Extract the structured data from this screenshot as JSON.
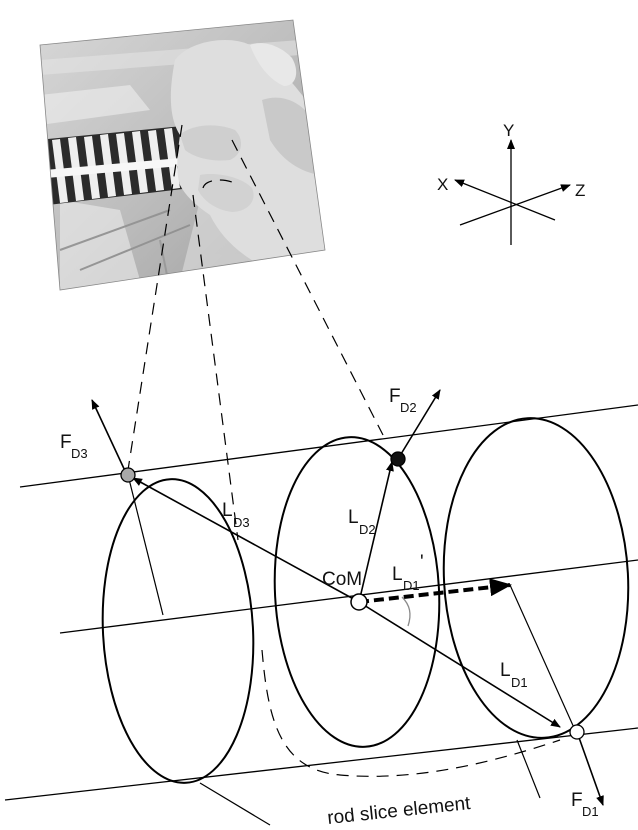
{
  "axes": {
    "x": "X",
    "y": "Y",
    "z": "Z"
  },
  "labels": {
    "com": "CoM",
    "f_d3": {
      "main": "F",
      "sub": "D3"
    },
    "f_d2": {
      "main": "F",
      "sub": "D2"
    },
    "f_d1": {
      "main": "F",
      "sub": "D1"
    },
    "l_d3": {
      "main": "L",
      "sub": "D3"
    },
    "l_d2": {
      "main": "L",
      "sub": "D2"
    },
    "l_d1": {
      "main": "L",
      "sub": "D1"
    },
    "l_d1_prime": {
      "main": "L",
      "sub": "D1",
      "mark": "'"
    },
    "rod_slice": "rod slice element"
  },
  "photo": {
    "description": "photograph of a hand holding a striped rod (grayscale)"
  },
  "colors": {
    "line": "#000000",
    "marker_gray": "#a8a8a8",
    "marker_black": "#111111",
    "marker_white": "#ffffff",
    "angle_arc": "#8a8a8a"
  }
}
